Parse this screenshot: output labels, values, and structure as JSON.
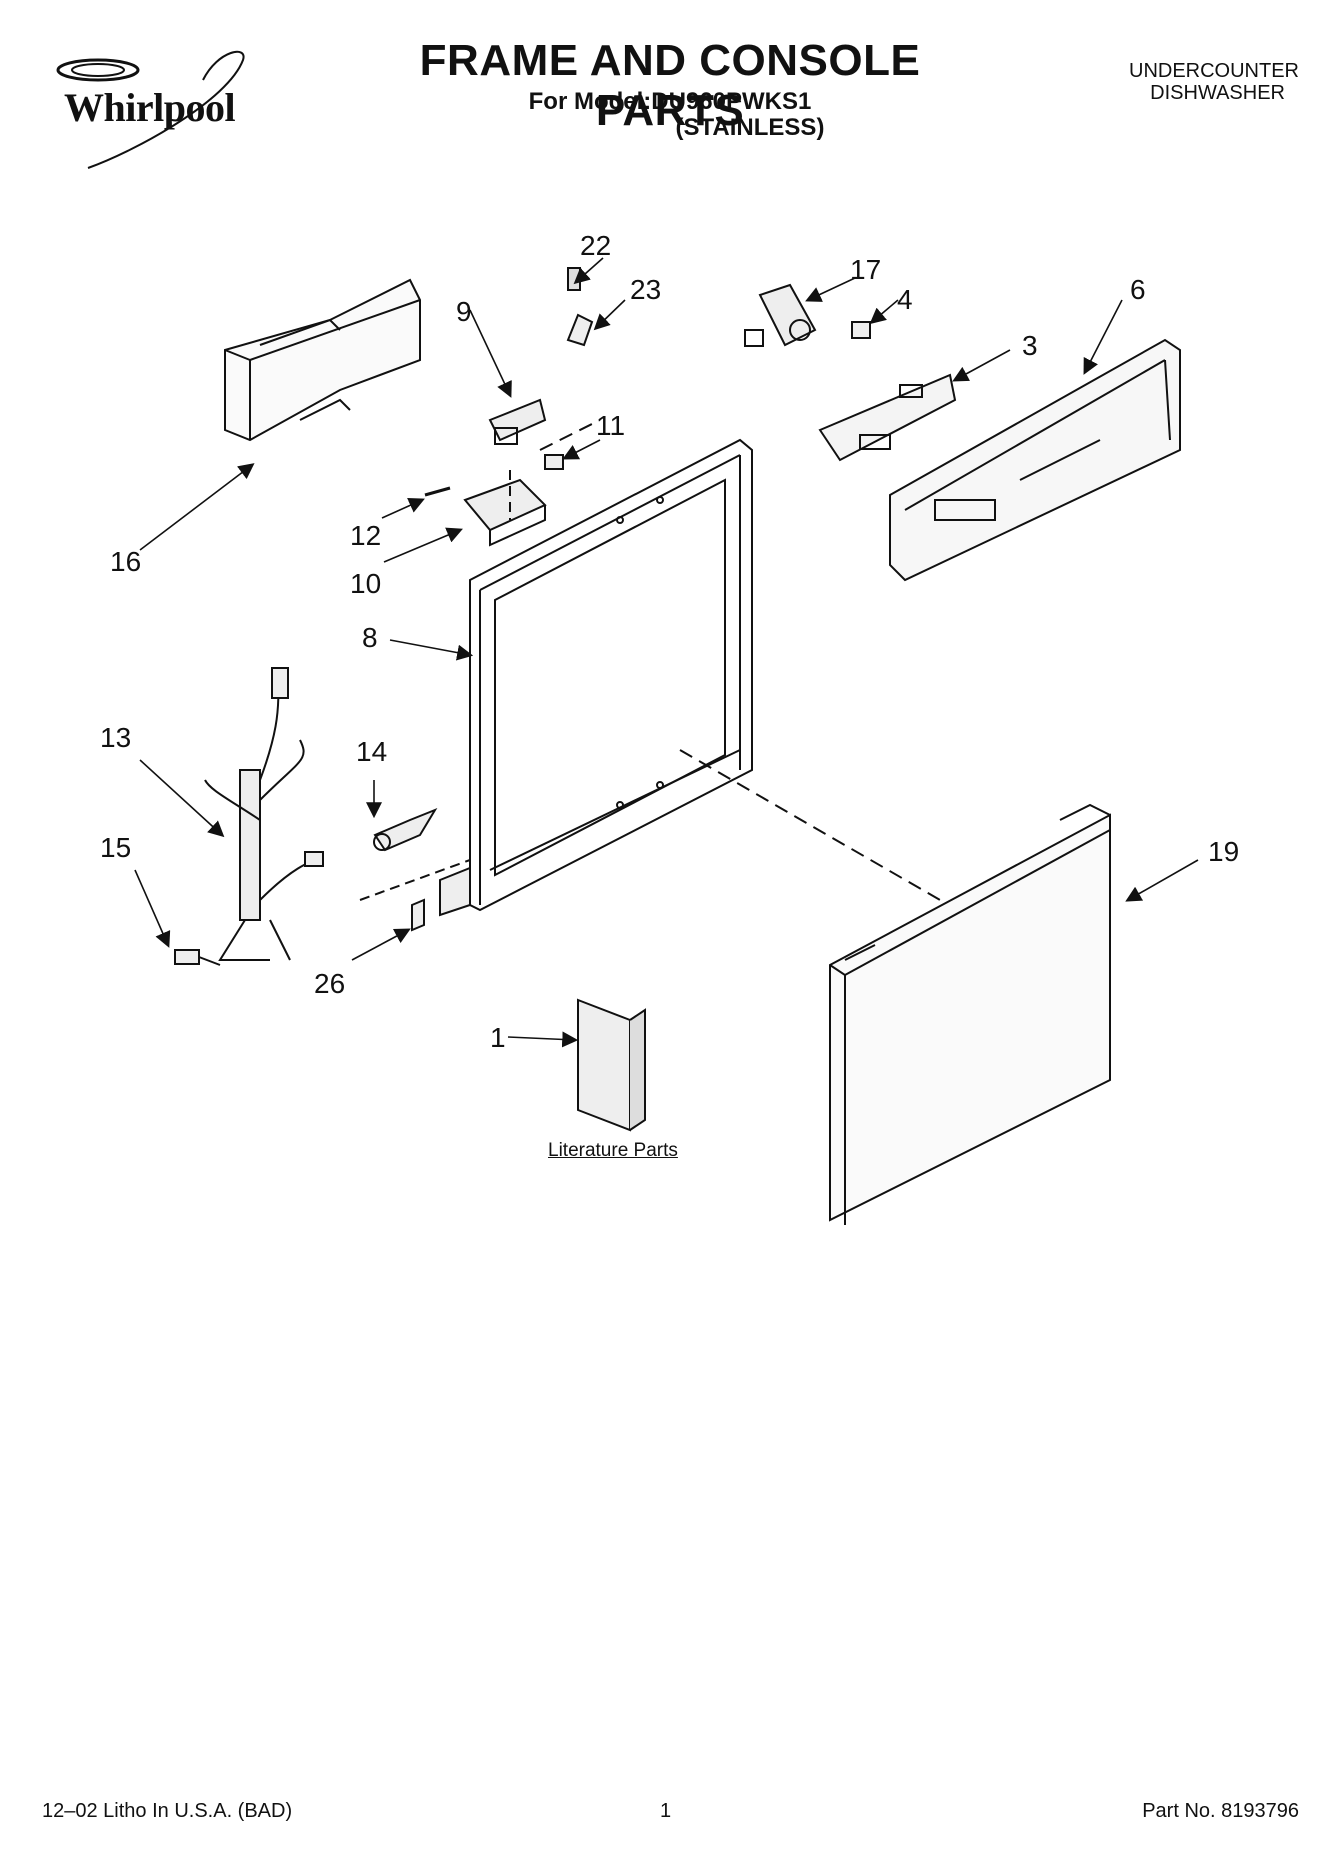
{
  "header": {
    "brand": "Whirlpool",
    "title": "FRAME AND CONSOLE PARTS",
    "model_line": "For Model:DU960PWKS1",
    "variant": "(STAINLESS)",
    "category_line1": "UNDERCOUNTER",
    "category_line2": "DISHWASHER"
  },
  "callouts": {
    "c1": "1",
    "c3": "3",
    "c4": "4",
    "c6": "6",
    "c8": "8",
    "c9": "9",
    "c10": "10",
    "c11": "11",
    "c12": "12",
    "c13": "13",
    "c14": "14",
    "c15": "15",
    "c16": "16",
    "c17": "17",
    "c19": "19",
    "c22": "22",
    "c23": "23",
    "c26": "26"
  },
  "literature_label": "Literature Parts",
  "footer": {
    "left": "12–02 Litho In U.S.A. (BAD)",
    "page": "1",
    "part": "Part No. 8193796"
  }
}
